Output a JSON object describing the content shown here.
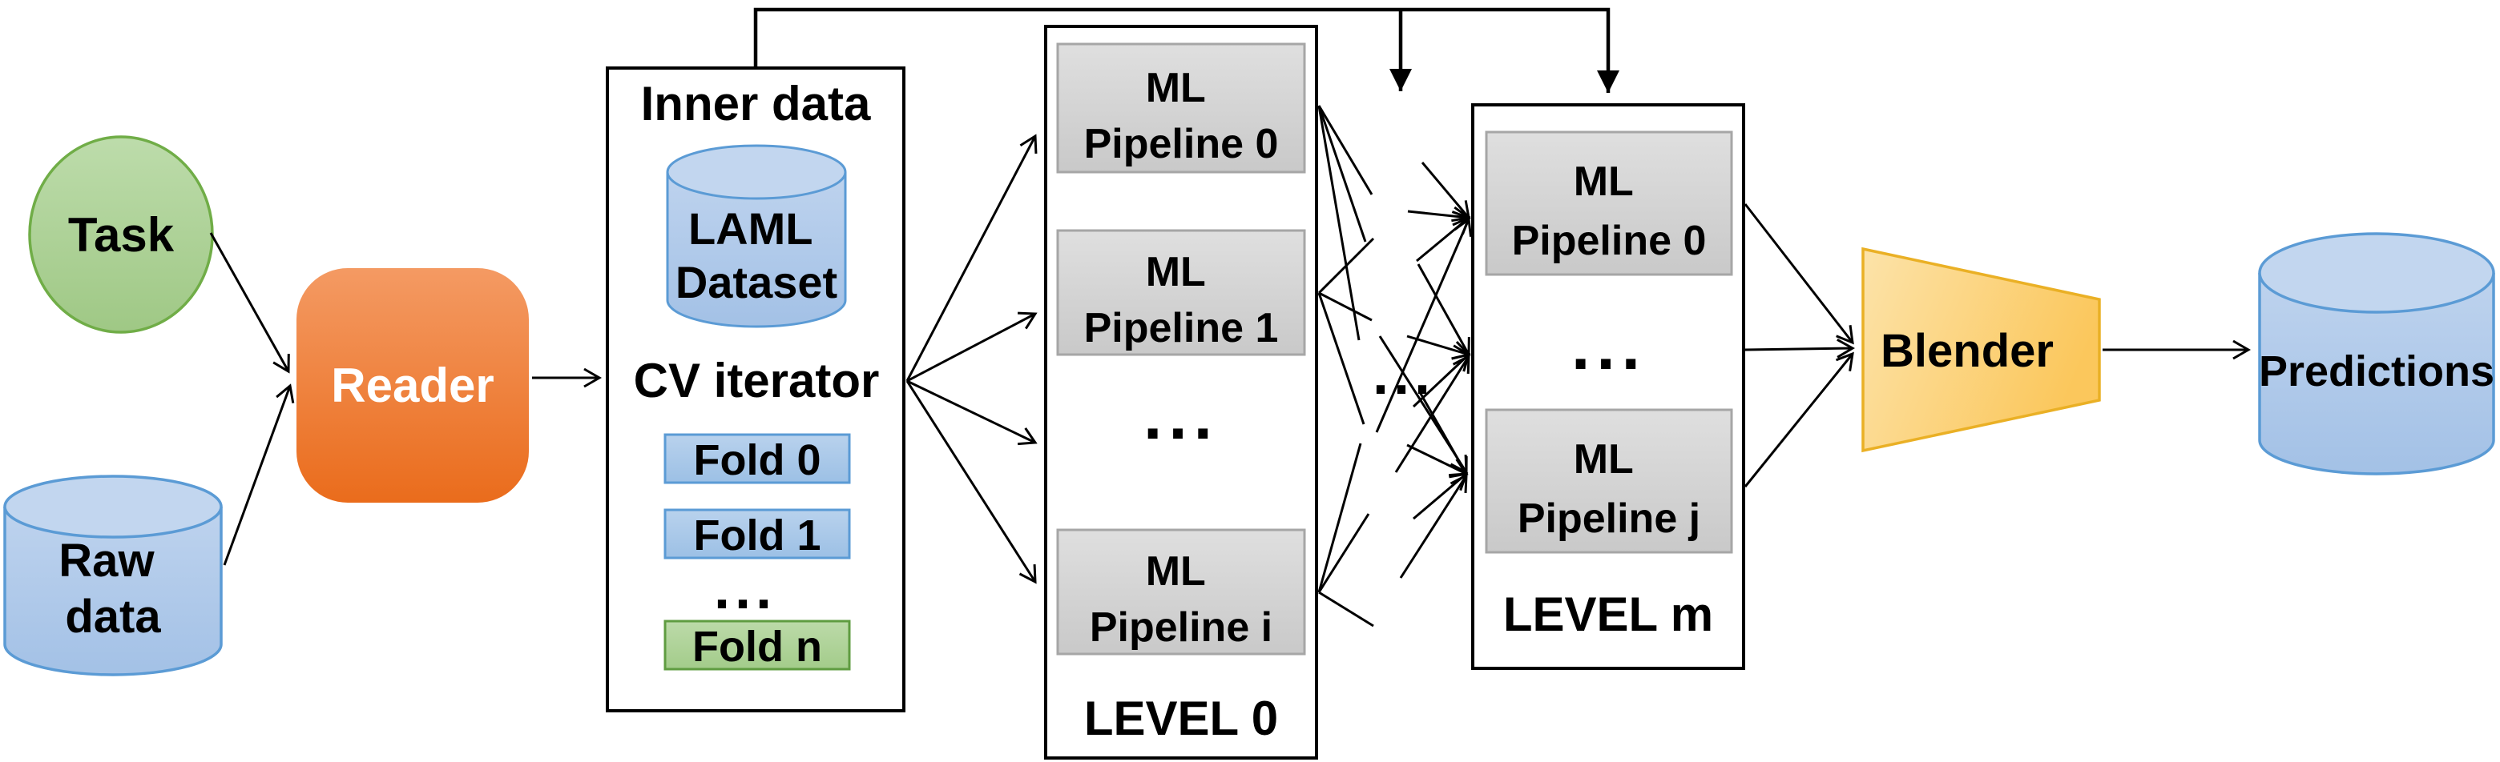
{
  "diagram": {
    "nodes": {
      "task": {
        "label": "Task"
      },
      "raw_data": {
        "lines": [
          "Raw",
          "data"
        ]
      },
      "reader": {
        "label": "Reader"
      },
      "inner_data": {
        "title": "Inner data",
        "laml_dataset": {
          "lines": [
            "LAML",
            "Dataset"
          ]
        },
        "cv_iterator_label": "CV iterator",
        "folds": [
          {
            "label": "Fold 0",
            "color": "blue"
          },
          {
            "label": "Fold 1",
            "color": "blue"
          },
          {
            "label": "Fold n",
            "color": "green"
          }
        ],
        "ellipsis": "..."
      },
      "level0": {
        "label": "LEVEL 0",
        "pipelines": [
          {
            "lines": [
              "ML",
              "Pipeline 0"
            ]
          },
          {
            "lines": [
              "ML",
              "Pipeline 1"
            ]
          },
          {
            "lines": [
              "ML",
              "Pipeline i"
            ]
          }
        ],
        "ellipsis": "..."
      },
      "gap_ellipsis": "...",
      "level_m": {
        "label": "LEVEL m",
        "pipelines": [
          {
            "lines": [
              "ML",
              "Pipeline 0"
            ]
          },
          {
            "lines": [
              "ML",
              "Pipeline j"
            ]
          }
        ],
        "ellipsis": "..."
      },
      "blender": {
        "label": "Blender"
      },
      "predictions": {
        "label": "Predictions"
      }
    },
    "colors": {
      "green_fill": "#aed29a",
      "green_border": "#70ad47",
      "blue_fill": "#aec8e9",
      "blue_border": "#5b9bd5",
      "orange_fill": "#ed7d31",
      "fold_green_border": "#5f9c41",
      "gray_fill": "#d6d6d6",
      "gray_border": "#a6a6a6",
      "gold_fill": "#fbd180",
      "gold_border": "#eab025",
      "box_border": "#000000",
      "line": "#000000",
      "text": "#000000",
      "reader_text": "#ffffff"
    }
  }
}
